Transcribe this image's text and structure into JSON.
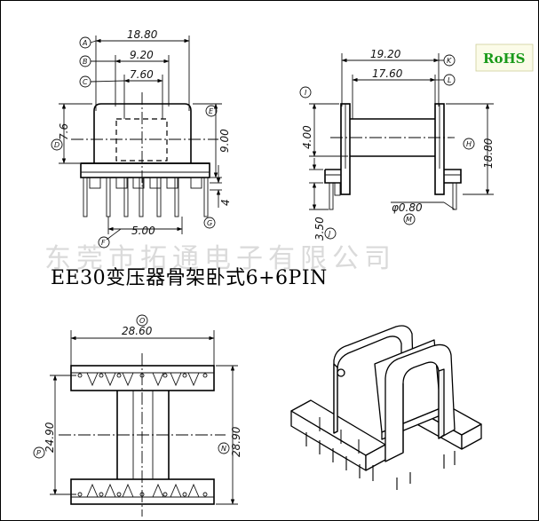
{
  "title": "EE30变压器骨架卧式6+6PIN",
  "watermark": "东莞市拓通电子有限公司",
  "badge": "RoHS",
  "front_view": {
    "dims": {
      "A": "18.80",
      "B": "9.20",
      "C": "7.60",
      "D": "7.6",
      "E": "9.00",
      "F": "5.00",
      "G": "4"
    },
    "circles": {
      "A": "A",
      "B": "B",
      "C": "C",
      "D": "D",
      "E": "E",
      "F": "F",
      "G": "G"
    }
  },
  "side_view": {
    "dims": {
      "K": "19.20",
      "L": "17.60",
      "I": "4.00",
      "H": "18.80",
      "J": "3.50",
      "M": "φ0.80"
    },
    "circles": {
      "K": "K",
      "L": "L",
      "I": "I",
      "H": "H",
      "J": "J",
      "M": "M"
    }
  },
  "bottom_view": {
    "dims": {
      "O": "28.60",
      "P": "24.90",
      "N": "28.90"
    },
    "circles": {
      "O": "O",
      "P": "P",
      "N": "N"
    }
  },
  "iso_view": {}
}
